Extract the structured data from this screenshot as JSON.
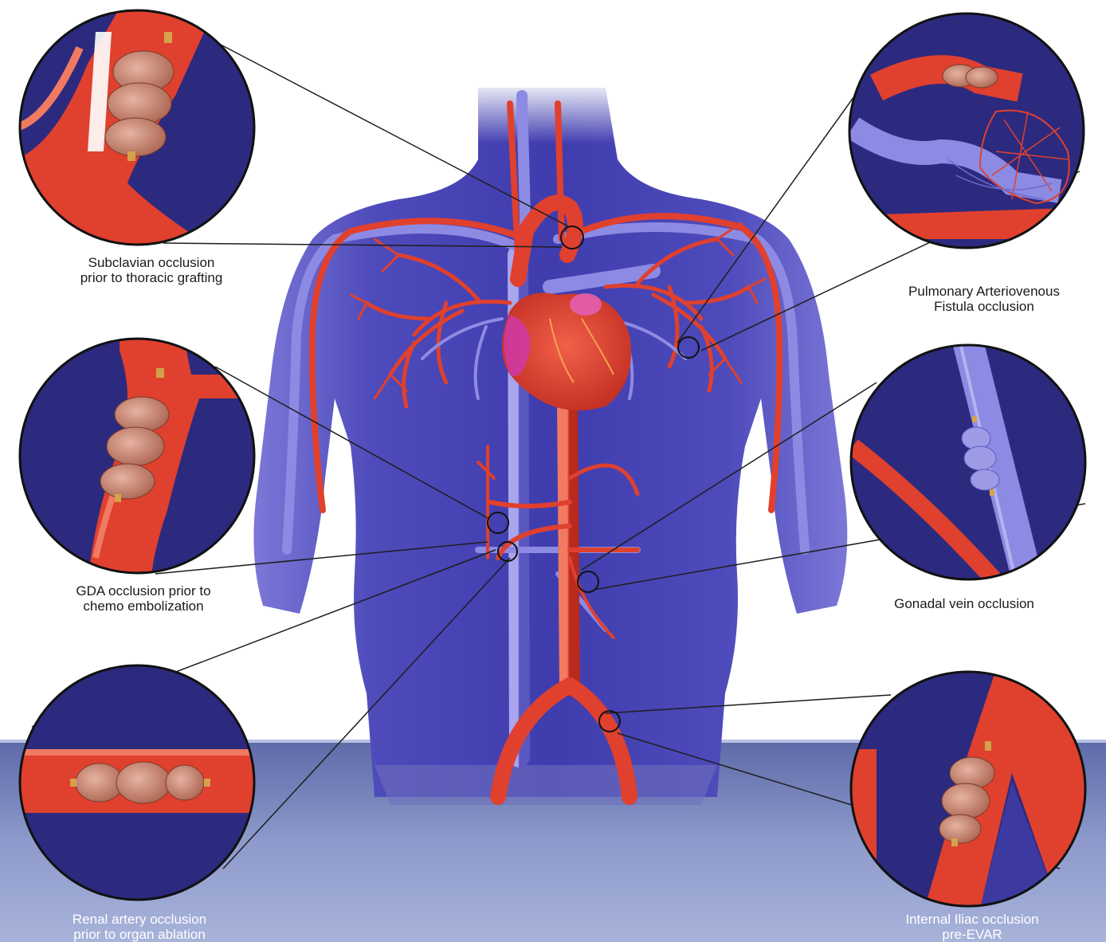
{
  "captions": {
    "subclavian": {
      "line1": "Subclavian occlusion",
      "line2": "prior to thoracic grafting"
    },
    "pulmonary": {
      "line1": "Pulmonary Arteriovenous",
      "line2": "Fistula occlusion"
    },
    "gda": {
      "line1": "GDA occlusion prior to",
      "line2": "chemo embolization"
    },
    "gonadal": {
      "line1": "Gonadal vein occlusion"
    },
    "renal": {
      "line1": "Renal artery occlusion",
      "line2": "prior to organ ablation"
    },
    "iliac": {
      "line1": "Internal Iliac occlusion",
      "line2": "pre-EVAR"
    }
  },
  "colors": {
    "artery": "#e0402e",
    "vein": "#7a76d6",
    "body": "#4a47b8",
    "inset_bg": "#2c2a7e",
    "floor": "#8f9ccc",
    "plug": "#c98a78"
  },
  "icons": [
    "heart-icon",
    "vascular-plug-icon"
  ]
}
